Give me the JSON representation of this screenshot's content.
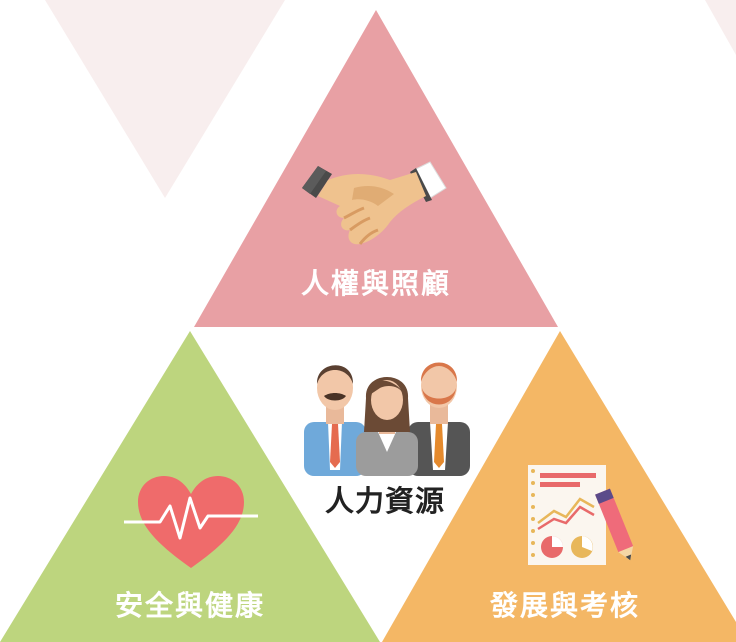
{
  "diagram": {
    "center": {
      "label": "人力資源",
      "icon": "people-group-icon"
    },
    "top": {
      "label": "人權與照顧",
      "icon": "handshake-icon",
      "color": "#E8A0A4"
    },
    "bottom_left": {
      "label": "安全與健康",
      "icon": "heart-pulse-icon",
      "color": "#BDD57E"
    },
    "bottom_right": {
      "label": "發展與考核",
      "icon": "report-chart-icon",
      "color": "#F4B765"
    },
    "decor_color": "#F7ECEC"
  }
}
